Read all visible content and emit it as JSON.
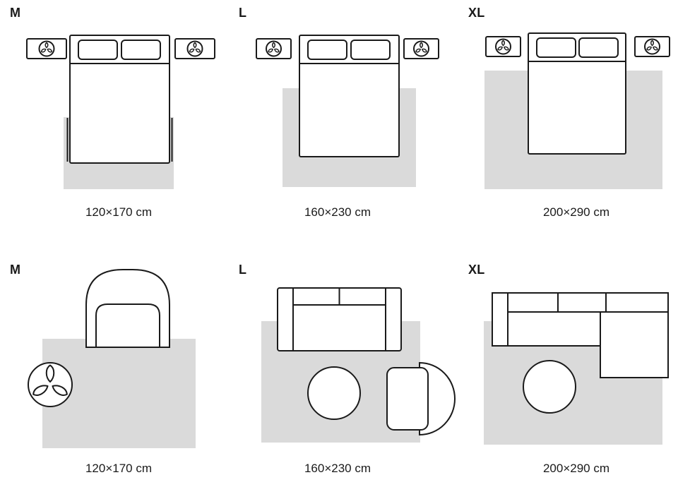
{
  "colors": {
    "rug_fill": "#dadada",
    "outline": "#1a1a1a",
    "background": "#ffffff",
    "text": "#1a1a1a"
  },
  "rows": [
    {
      "name": "bedroom",
      "panels": [
        {
          "label": "M",
          "size": "120×170 cm"
        },
        {
          "label": "L",
          "size": "160×230 cm"
        },
        {
          "label": "XL",
          "size": "200×290 cm"
        }
      ]
    },
    {
      "name": "living-room",
      "panels": [
        {
          "label": "M",
          "size": "120×170 cm"
        },
        {
          "label": "L",
          "size": "160×230 cm"
        },
        {
          "label": "XL",
          "size": "200×290 cm"
        }
      ]
    }
  ]
}
